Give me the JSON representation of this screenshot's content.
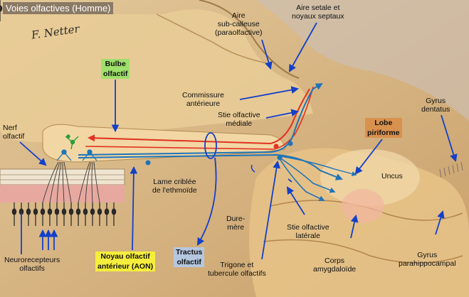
{
  "title": "Voies olfactives (Homme)",
  "signature": "F. Netter",
  "labels": {
    "aire_setale": [
      "Aire setale et",
      "noyaux septaux"
    ],
    "aire_subcalleuse": [
      "Aire",
      "sub-calleuse",
      "(paraolfactive)"
    ],
    "bulbe": [
      "Bulbe",
      "olfactif"
    ],
    "commissure": [
      "Commissure",
      "antérieure"
    ],
    "stie_mediale": [
      "Stie olfactive",
      "médiale"
    ],
    "nerf": [
      "Nerf",
      "olfactif"
    ],
    "lobe": [
      "Lobe",
      "piriforme"
    ],
    "gyrus_dentatus": [
      "Gyrus",
      "dentatus"
    ],
    "uncus": [
      "Uncus"
    ],
    "lame": [
      "Lame criblée",
      "de l'ethmoïde"
    ],
    "dure_mere": [
      "Dure-",
      "mère"
    ],
    "stie_laterale": [
      "Stie olfactive",
      "latérale"
    ],
    "neuro": [
      "Neurorecepteurs",
      "olfactifs"
    ],
    "aon": [
      "Noyau olfactif",
      "antérieur (AON)"
    ],
    "tractus": [
      "Tractus",
      "olfactif"
    ],
    "trigone": [
      "Trigone et",
      "tubercule olfactifs"
    ],
    "corps": [
      "Corps",
      "amygdaloïde"
    ],
    "gyrus_para": [
      "Gyrus",
      "parahippocampal"
    ]
  },
  "colors": {
    "arrow_blue": "#1440c8",
    "pathway_red": "#e23222",
    "pathway_blue": "#1f74b8",
    "highlight_green": "#9ee06b",
    "highlight_yellow": "#f6ee3c",
    "highlight_orange": "#d9914e",
    "highlight_blue": "#b5c7df"
  }
}
